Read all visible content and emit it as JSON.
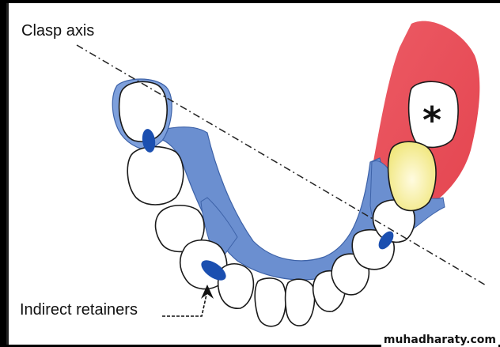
{
  "labels": {
    "clasp_axis": "Clasp axis",
    "indirect_retainers": "Indirect retainers",
    "watermark": "muhadharaty.com",
    "asterisk": "*"
  },
  "colors": {
    "framework_blue": "#5d82c6",
    "rest_blue": "#1b4fb0",
    "gum_red": "#e8505a",
    "abutment_yellow": "#f6f1a6",
    "tooth_fill": "#ffffff",
    "outline": "#1a1a1a"
  }
}
